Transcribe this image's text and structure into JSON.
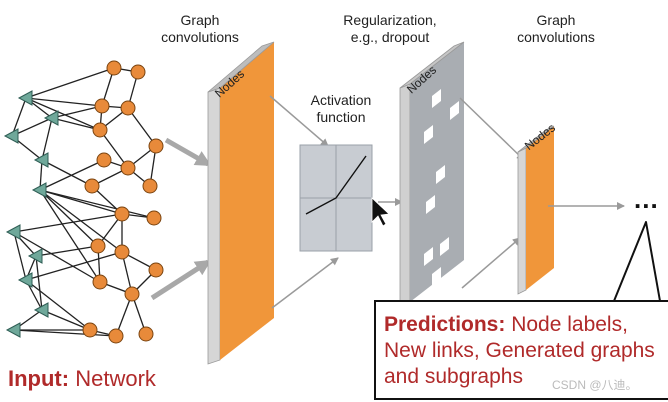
{
  "labels": {
    "graph_conv_1": "Graph convolutions",
    "regularization": "Regularization, e.g., dropout",
    "graph_conv_2": "Graph convolutions",
    "activation": "Activation function",
    "nodes_1": "Nodes",
    "nodes_2": "Nodes",
    "nodes_3": "Nodes",
    "ellipsis": "..."
  },
  "input_caption": {
    "bold": "Input:",
    "rest": " Network"
  },
  "predictions": {
    "bold": "Predictions:",
    "rest": " Node labels, New links, Generated graphs and subgraphs"
  },
  "watermark": "CSDN @八迪。",
  "colors": {
    "node_orange": "#e88a3a",
    "node_teal": "#6fa89a",
    "layer_orange": "#f0963a",
    "layer_side": "#d0d0d0",
    "dropout_gray": "#a9adb2",
    "activation_box": "#c8ccd2",
    "arrow_gray": "#a0a0a0",
    "caption_red": "#b02a2a"
  },
  "icons": {
    "cursor": "cursor-arrow-icon"
  }
}
